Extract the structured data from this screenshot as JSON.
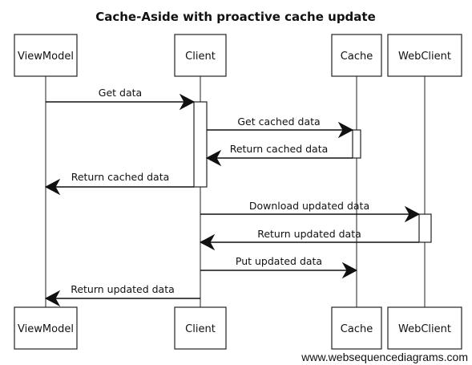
{
  "diagram": {
    "title": "Cache-Aside with proactive cache update",
    "footer": "www.websequencediagrams.com",
    "participants": [
      {
        "id": "viewmodel",
        "label": "ViewModel"
      },
      {
        "id": "client",
        "label": "Client"
      },
      {
        "id": "cache",
        "label": "Cache"
      },
      {
        "id": "webclient",
        "label": "WebClient"
      }
    ],
    "messages": [
      {
        "from": "viewmodel",
        "to": "client",
        "label": "Get data"
      },
      {
        "from": "client",
        "to": "cache",
        "label": "Get cached data"
      },
      {
        "from": "cache",
        "to": "client",
        "label": "Return cached data"
      },
      {
        "from": "client",
        "to": "viewmodel",
        "label": "Return cached data"
      },
      {
        "from": "client",
        "to": "webclient",
        "label": "Download updated data"
      },
      {
        "from": "webclient",
        "to": "client",
        "label": "Return updated data"
      },
      {
        "from": "client",
        "to": "cache",
        "label": "Put updated data"
      },
      {
        "from": "client",
        "to": "viewmodel",
        "label": "Return updated data"
      }
    ]
  }
}
